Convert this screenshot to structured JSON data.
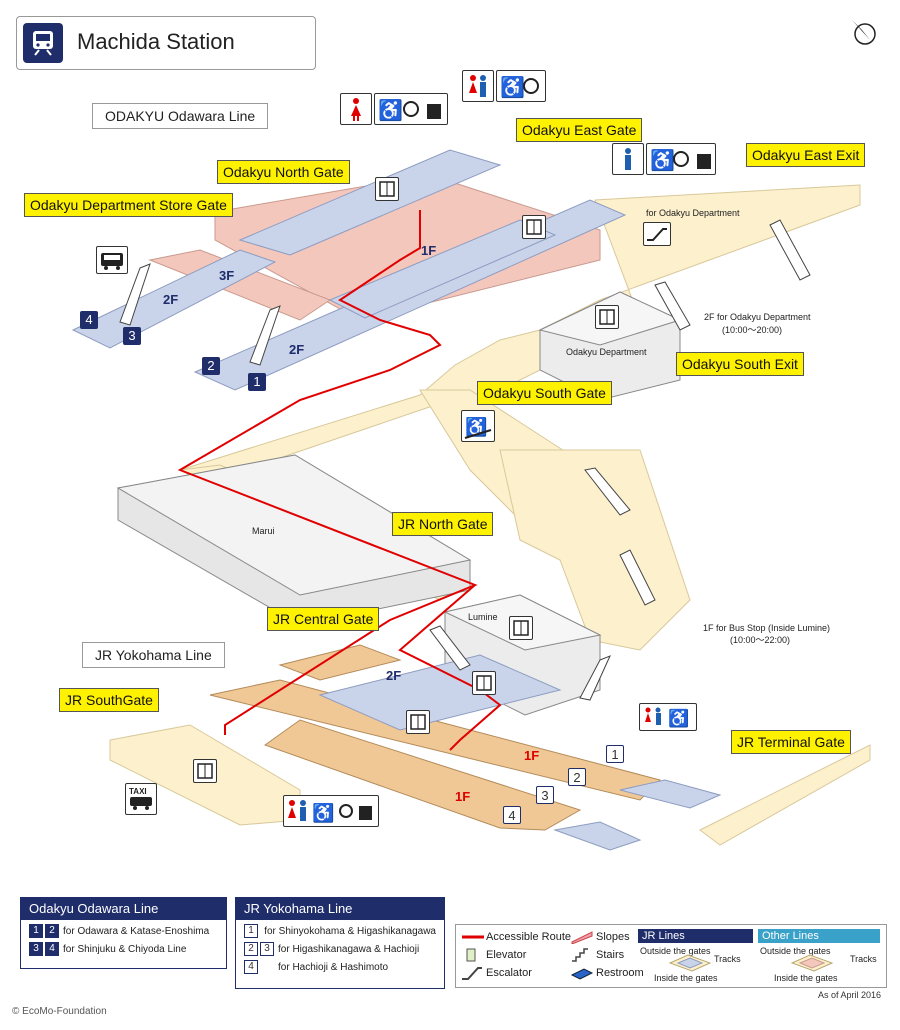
{
  "header": {
    "title": "Machida Station"
  },
  "lines": {
    "odakyu": "ODAKYU Odawara Line",
    "jr": "JR Yokohama Line"
  },
  "gates": {
    "odakyu_north": "Odakyu North Gate",
    "odakyu_east": "Odakyu East Gate",
    "odakyu_dept_store": "Odakyu Department Store Gate",
    "odakyu_east_exit": "Odakyu East Exit",
    "odakyu_south_exit": "Odakyu South Exit",
    "odakyu_south": "Odakyu South Gate",
    "jr_north": "JR North Gate",
    "jr_central": "JR Central Gate",
    "jr_south": "JR SouthGate",
    "jr_terminal": "JR Terminal Gate"
  },
  "buildings": {
    "odakyu_dept": "Odakyu Department",
    "marui": "Marui",
    "lumine": "Lumine"
  },
  "notes": {
    "for_odakyu_dept": "for Odakyu Department",
    "dept_2f": "2F for Odakyu Department",
    "dept_hours": "(10:00～20:00)",
    "bus_1f": "1F for Bus Stop (Inside Lumine)",
    "bus_hours": "(10:00～22:00)"
  },
  "floors": {
    "f3": "3F",
    "f2": "2F",
    "f1": "1F"
  },
  "platforms": {
    "p1": "1",
    "p2": "2",
    "p3": "3",
    "p4": "4"
  },
  "legend_odakyu": {
    "title": "Odakyu Odawara Line",
    "rows": [
      {
        "nums": [
          "1",
          "2"
        ],
        "text": "for Odawara & Katase-Enoshima"
      },
      {
        "nums": [
          "3",
          "4"
        ],
        "text": "for Shinjuku & Chiyoda Line"
      }
    ]
  },
  "legend_jr": {
    "title": "JR Yokohama Line",
    "rows": [
      {
        "nums": [
          "1"
        ],
        "text": "for Shinyokohama & Higashikanagawa"
      },
      {
        "nums": [
          "2",
          "3"
        ],
        "text": "for Higashikanagawa & Hachioji"
      },
      {
        "nums": [
          "4"
        ],
        "text": "for Hachioji & Hashimoto"
      }
    ]
  },
  "key": {
    "accessible_route": "Accessible Route",
    "slopes": "Slopes",
    "elevator": "Elevator",
    "stairs": "Stairs",
    "escalator": "Escalator",
    "restroom": "Restroom",
    "jr_lines": "JR Lines",
    "other_lines": "Other Lines",
    "outside_gates": "Outside the gates",
    "inside_gates": "Inside the gates",
    "tracks": "Tracks"
  },
  "footer": {
    "credit": "© EcoMo-Foundation",
    "date": "As of April 2016"
  },
  "icons": {
    "bus": "TAXI"
  },
  "colors": {
    "navy": "#1f2d6b",
    "yellow": "#fff200",
    "route": "#e10000",
    "odakyu_concourse": "#f4c7bd",
    "odakyu_platform": "#c9d4ea",
    "outside": "#fdf0cc",
    "jr_platform": "#f0c896"
  }
}
